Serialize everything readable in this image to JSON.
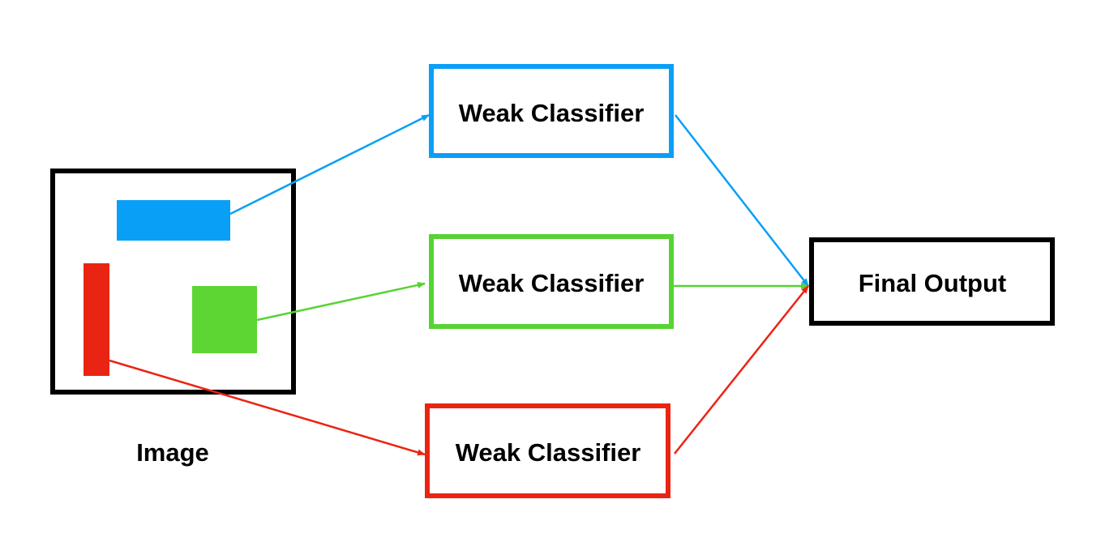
{
  "diagram": {
    "image_label": "Image",
    "classifiers": [
      {
        "label": "Weak Classifier",
        "color": "#0a9ff7"
      },
      {
        "label": "Weak Classifier",
        "color": "#57d334"
      },
      {
        "label": "Weak Classifier",
        "color": "#ea2413"
      }
    ],
    "output_label": "Final Output",
    "colors": {
      "blue": "#0a9ff7",
      "green": "#57d334",
      "red": "#ea2413",
      "outline": "#000000"
    }
  }
}
